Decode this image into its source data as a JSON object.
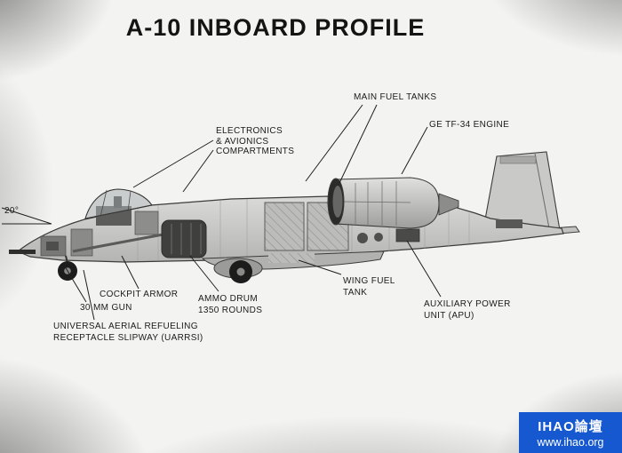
{
  "title": "A-10 INBOARD PROFILE",
  "callouts": {
    "main_fuel_tanks": "MAIN FUEL TANKS",
    "engine": "GE TF-34 ENGINE",
    "electronics_1": "ELECTRONICS",
    "electronics_2": "& AVIONICS",
    "electronics_3": "COMPARTMENTS",
    "angle": "20°",
    "cockpit_armor": "COCKPIT ARMOR",
    "gun": "30 MM GUN",
    "ammo_1": "AMMO DRUM",
    "ammo_2": "1350 ROUNDS",
    "wing_fuel_1": "WING FUEL",
    "wing_fuel_2": "TANK",
    "apu_1": "AUXILIARY POWER",
    "apu_2": "UNIT (APU)",
    "uarrsi_1": "UNIVERSAL AERIAL REFUELING",
    "uarrsi_2": "RECEPTACLE SLIPWAY (UARRSI)"
  },
  "watermark": {
    "site_name": "IHAO論壇",
    "site_url": "www.ihao.org",
    "bg_color": "#1558cf"
  }
}
